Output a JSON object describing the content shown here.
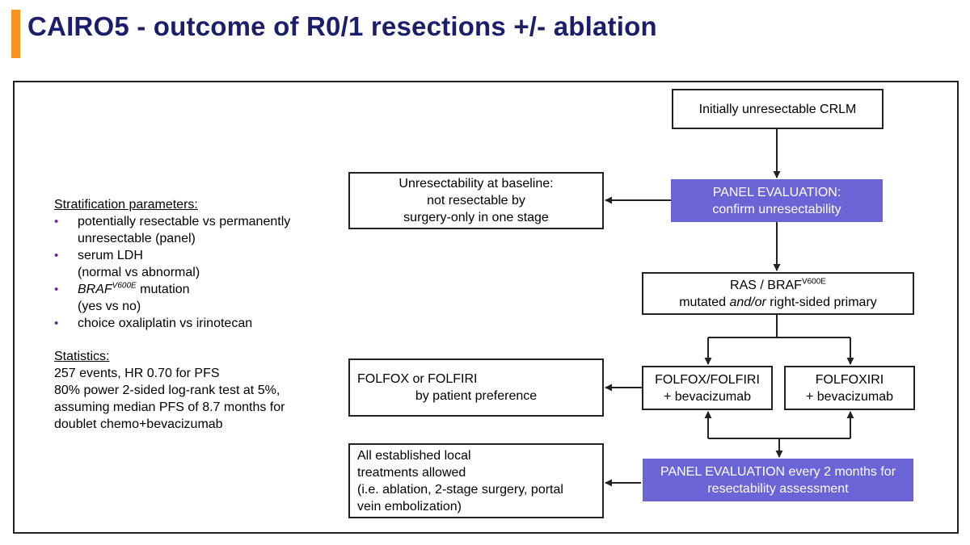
{
  "title": "CAIRO5 - outcome of R0/1 resections +/- ablation",
  "colors": {
    "accent": "#F7941D",
    "title": "#1B1F6B",
    "panel": "#6A64D6",
    "bullet": "#6B2C91"
  },
  "stratification": {
    "heading": "Stratification parameters:",
    "items": [
      {
        "line1": "potentially resectable vs permanently",
        "line2": "unresectable (panel)"
      },
      {
        "line1": "serum LDH",
        "line2": "(normal vs abnormal)"
      },
      {
        "gene": "BRAF",
        "variant": "V600E",
        "rest": " mutation",
        "line2": "(yes vs no)"
      },
      {
        "line1": "choice oxaliplatin vs irinotecan"
      }
    ]
  },
  "statistics": {
    "heading": "Statistics:",
    "lines": [
      "257 events, HR 0.70 for PFS",
      "80% power 2-sided log-rank test at 5%,",
      "assuming median PFS of 8.7 months for",
      "doublet chemo+bevacizumab"
    ]
  },
  "flow": {
    "initial": "Initially unresectable CRLM",
    "panel1": {
      "line1": "PANEL EVALUATION:",
      "line2": "confirm unresectability"
    },
    "unresectable": {
      "line1": "Unresectability at baseline:",
      "line2": "not resectable by",
      "line3": "surgery-only in one stage"
    },
    "ras": {
      "prefix": "RAS / BRAF",
      "variant": "V600E",
      "line2_a": "mutated ",
      "line2_b": "and/or",
      "line2_c": " right-sided primary"
    },
    "folfox_folfiri_bev": {
      "line1": "FOLFOX/FOLFIRI",
      "line2": "+ bevacizumab"
    },
    "folfoxiri_bev": {
      "line1": "FOLFOXIRI",
      "line2": "+ bevacizumab"
    },
    "folfox_pref": {
      "line1": "FOLFOX or FOLFIRI",
      "line2": "by patient preference"
    },
    "panel2": {
      "line1": "PANEL EVALUATION every 2 months for",
      "line2": "resectability assessment"
    },
    "local": {
      "line1": "All established local",
      "line2": "treatments allowed",
      "line3": "(i.e. ablation, 2-stage surgery, portal",
      "line4": "vein embolization)"
    }
  }
}
